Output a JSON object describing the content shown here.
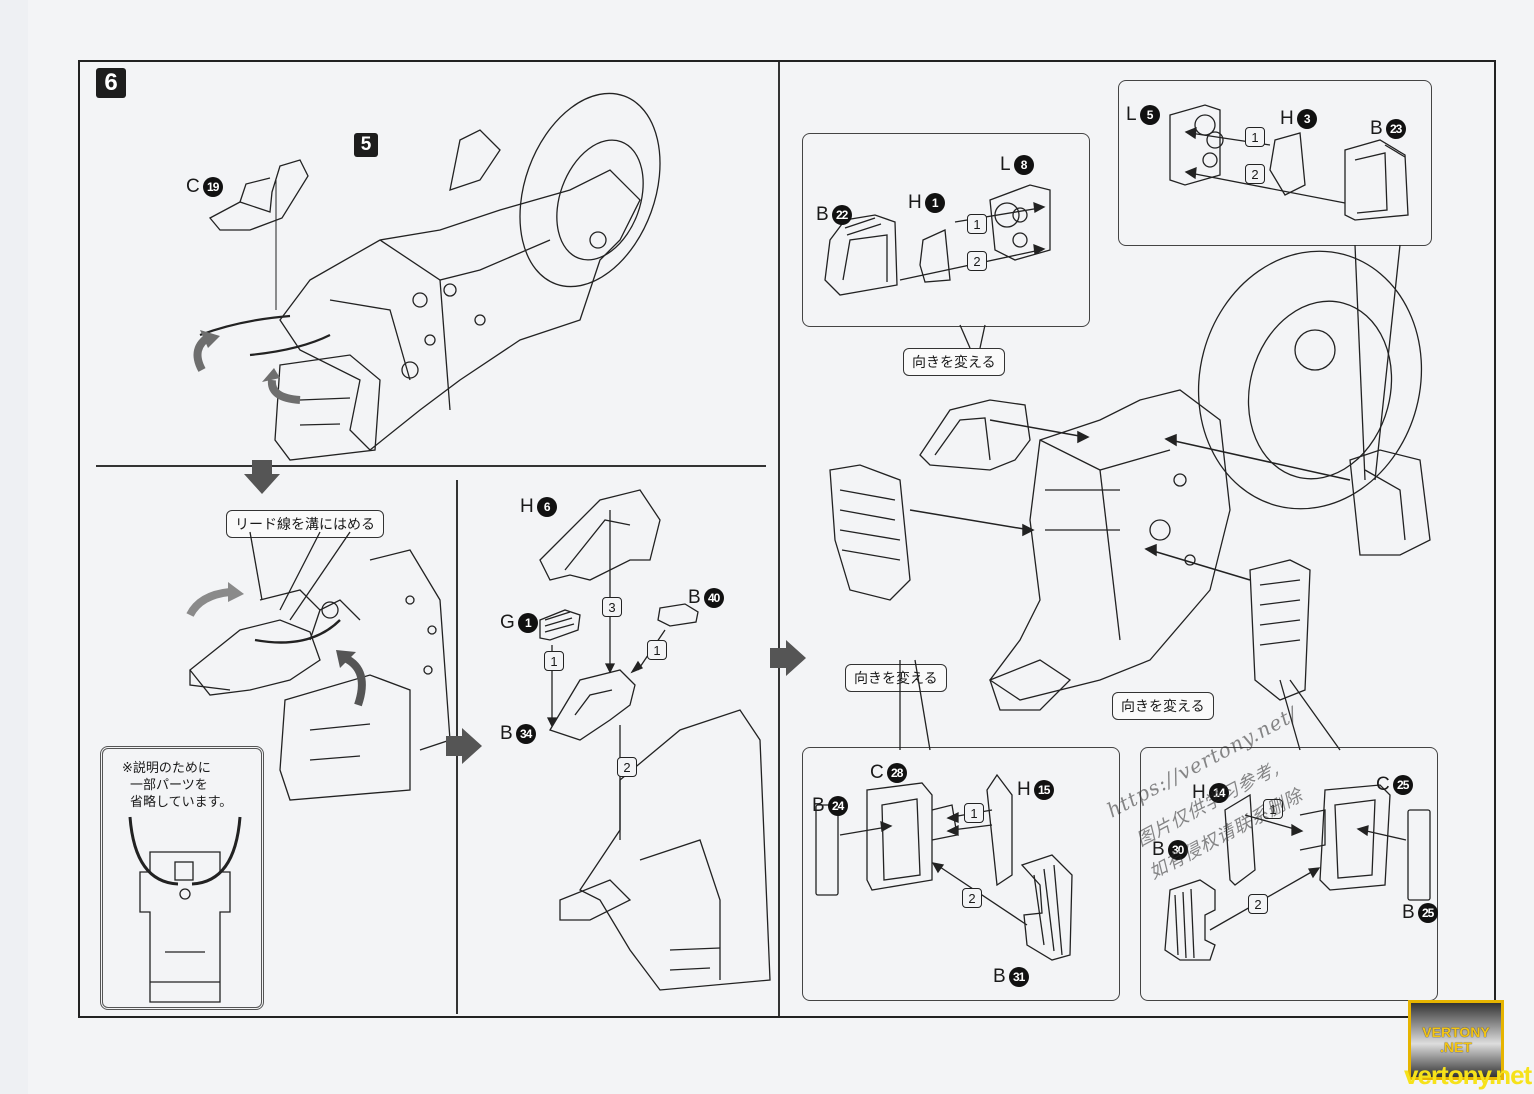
{
  "document": {
    "type": "model kit assembly instructions",
    "step": "6",
    "sub_step_reference": "5"
  },
  "colors": {
    "ink": "#1a1a1a",
    "paper": "#f3f4f6",
    "arrow_gray": "#6e6e6e",
    "logo_gold": "#f3c515"
  },
  "top_left": {
    "parts": [
      {
        "runner": "C",
        "number": "19"
      }
    ]
  },
  "bottom_left": {
    "callout": "リード線を溝にはめる",
    "note": [
      "※説明のために",
      "一部パーツを",
      "省略しています。"
    ]
  },
  "bottom_middle": {
    "parts": [
      {
        "runner": "H",
        "number": "6"
      },
      {
        "runner": "G",
        "number": "1"
      },
      {
        "runner": "B",
        "number": "40"
      },
      {
        "runner": "B",
        "number": "34"
      }
    ],
    "order_marks": [
      "3",
      "1",
      "1",
      "2"
    ]
  },
  "right": {
    "panel_left_top": {
      "parts": [
        {
          "runner": "B",
          "number": "22"
        },
        {
          "runner": "H",
          "number": "1"
        },
        {
          "runner": "L",
          "number": "8"
        }
      ],
      "order_marks": [
        "1",
        "2"
      ]
    },
    "panel_right_top": {
      "parts": [
        {
          "runner": "L",
          "number": "5"
        },
        {
          "runner": "H",
          "number": "3"
        },
        {
          "runner": "B",
          "number": "23"
        }
      ],
      "order_marks": [
        "1",
        "2"
      ]
    },
    "panel_left_bottom": {
      "parts": [
        {
          "runner": "C",
          "number": "28"
        },
        {
          "runner": "B",
          "number": "24"
        },
        {
          "runner": "H",
          "number": "15"
        },
        {
          "runner": "B",
          "number": "31"
        }
      ],
      "order_marks": [
        "1",
        "2"
      ]
    },
    "panel_right_bottom": {
      "parts": [
        {
          "runner": "H",
          "number": "14"
        },
        {
          "runner": "C",
          "number": "25"
        },
        {
          "runner": "B",
          "number": "30"
        },
        {
          "runner": "B",
          "number": "25"
        }
      ],
      "order_marks": [
        "1",
        "2"
      ]
    },
    "callouts": [
      "向きを変える",
      "向きを変える",
      "向きを変える"
    ]
  },
  "watermark": {
    "url": "https://vertony.net/",
    "line2": "图片仅供学习参考,",
    "line3": "如有侵权请联系删除"
  },
  "logo": {
    "line1": "VERTONY",
    "line2": ".NET",
    "footer": "vertony.net"
  }
}
